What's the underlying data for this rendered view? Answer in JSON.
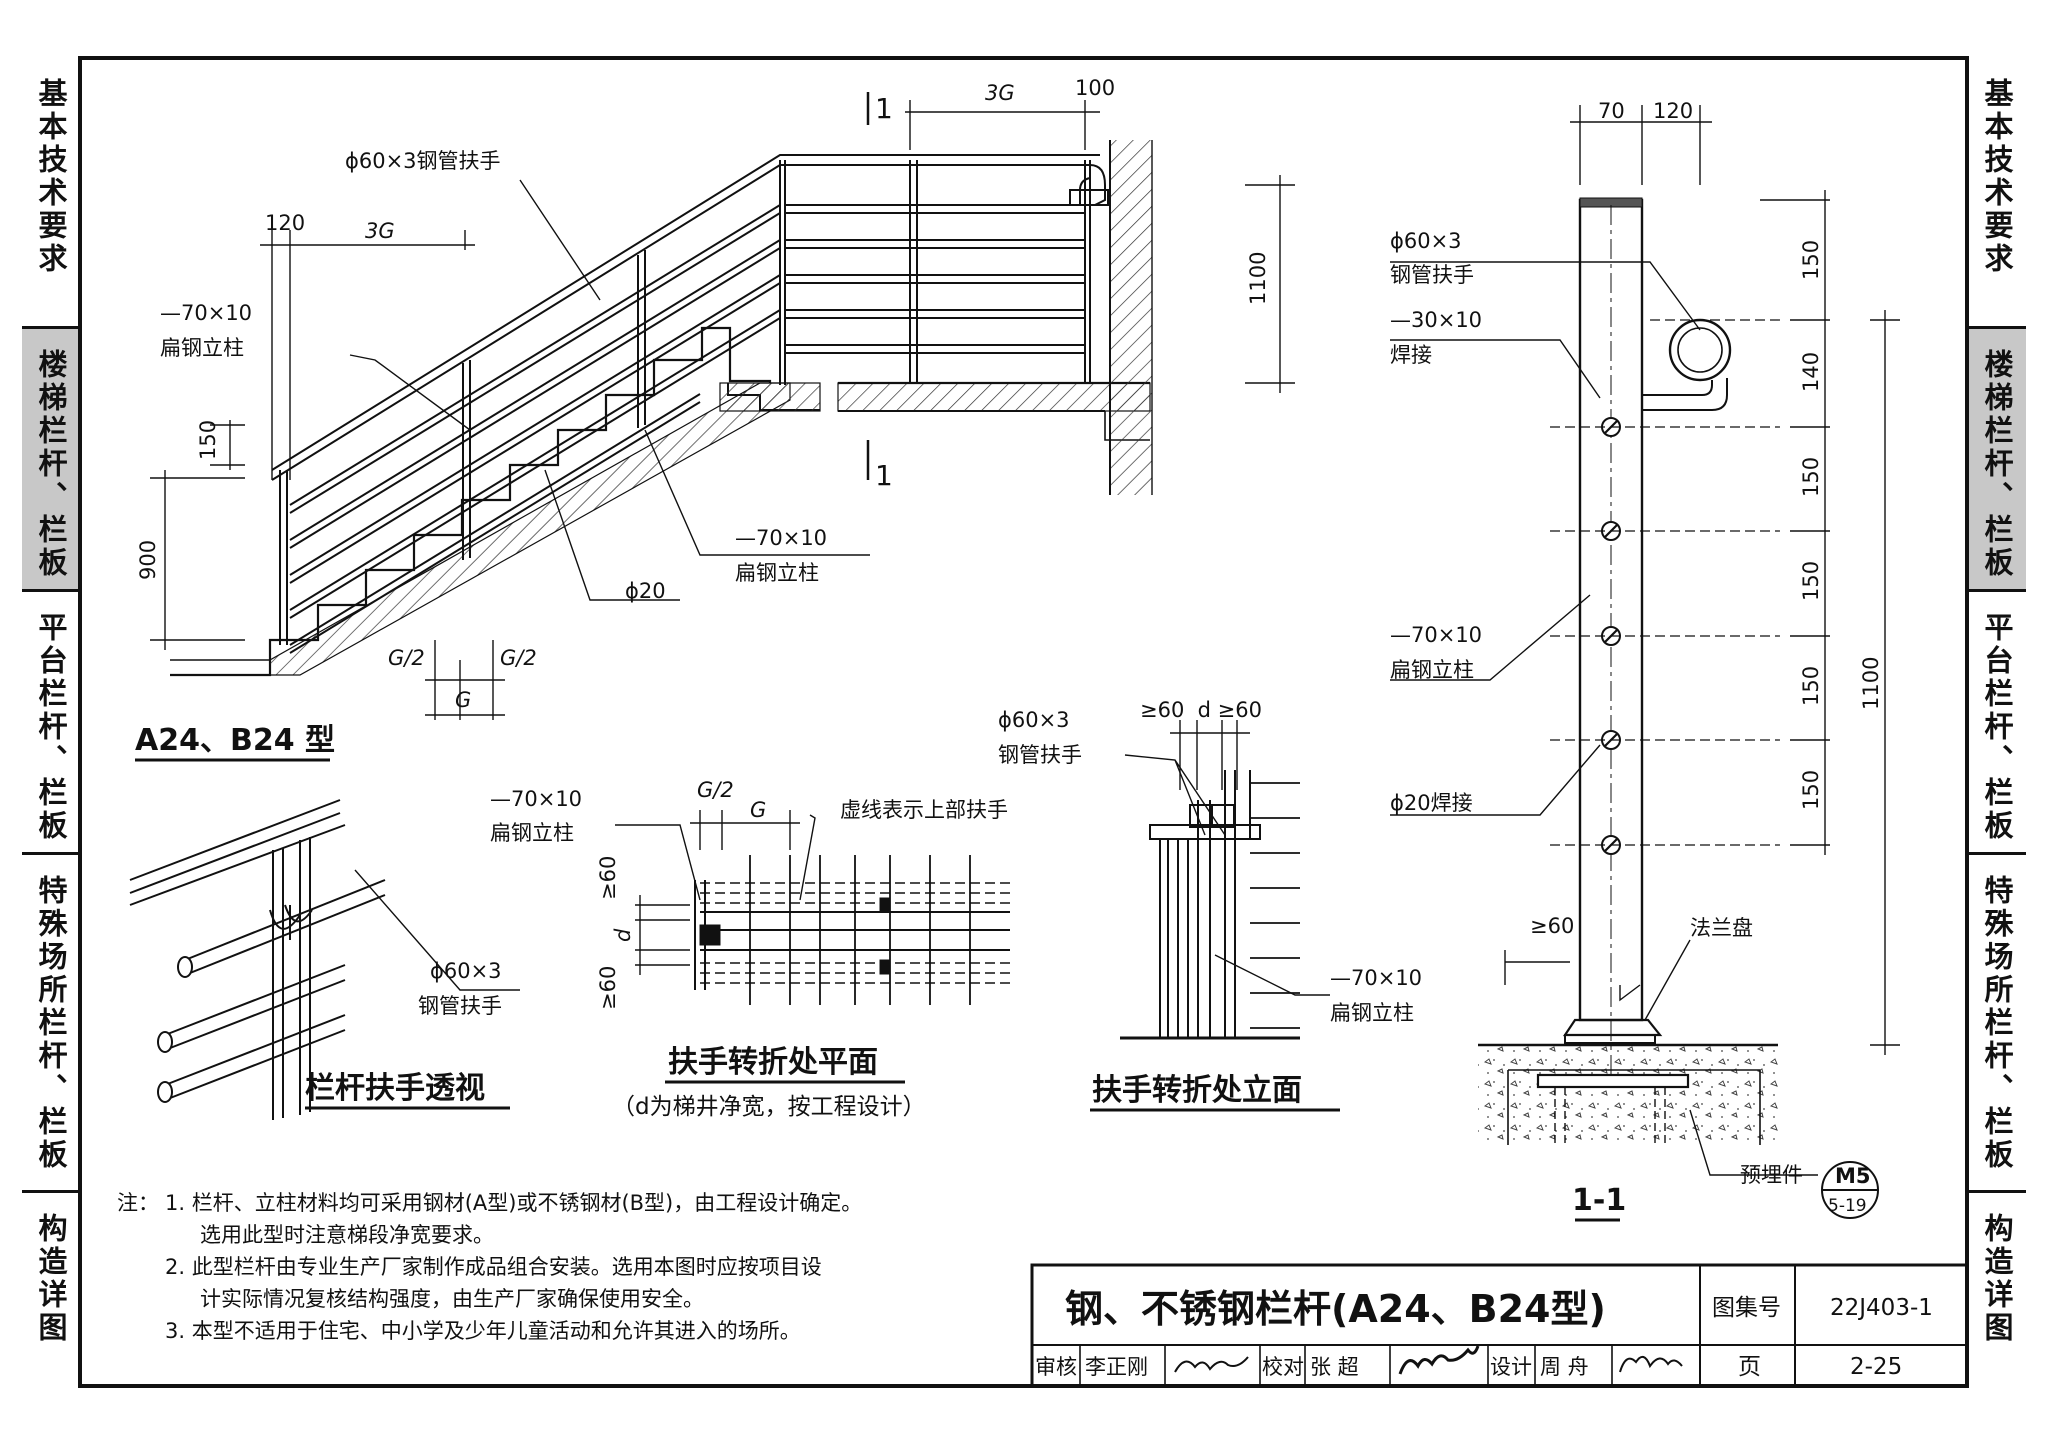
{
  "sidebar": {
    "sections": [
      {
        "label": "基本技术要求",
        "active": false
      },
      {
        "label": "楼梯栏杆、栏板",
        "active": true
      },
      {
        "label": "平台栏杆、栏板",
        "active": false
      },
      {
        "label": "特殊场所栏杆、栏板",
        "active": false
      },
      {
        "label": "构造详图",
        "active": false
      }
    ]
  },
  "elevation": {
    "label_handrail": "ϕ60×3钢管扶手",
    "dim_120": "120",
    "dim_3g": "3G",
    "dim_100": "100",
    "label_post_left_1": "—70×10",
    "label_post_left_2": "扁钢立柱",
    "label_post_right_1": "—70×10",
    "label_post_right_2": "扁钢立柱",
    "dim_150": "150",
    "dim_900": "900",
    "dim_1100": "1100",
    "label_rod": "ϕ20",
    "dim_g2_a": "G/2",
    "dim_g2_b": "G/2",
    "dim_g": "G",
    "section_mark": "1",
    "title": "A24、B24 型"
  },
  "perspective": {
    "label_1": "ϕ60×3",
    "label_2": "钢管扶手",
    "title": "栏杆扶手透视"
  },
  "plan": {
    "label_post_1": "—70×10",
    "label_post_2": "扁钢立柱",
    "dim_g2": "G/2",
    "dim_g": "G",
    "label_dashed": "虚线表示上部扶手",
    "dim_ge60_a": "≥60",
    "dim_d": "d",
    "dim_ge60_b": "≥60",
    "title": "扶手转折处平面",
    "subtitle": "（d为梯井净宽，按工程设计）"
  },
  "turn_elev": {
    "label_handrail_1": "ϕ60×3",
    "label_handrail_2": "钢管扶手",
    "dim_top": "≥60  d ≥60",
    "label_post_1": "—70×10",
    "label_post_2": "扁钢立柱",
    "title": "扶手转折处立面"
  },
  "section11": {
    "dim_70": "70",
    "dim_120": "120",
    "label_handrail_1": "ϕ60×3",
    "label_handrail_2": "钢管扶手",
    "label_weld_1": "—30×10",
    "label_weld_2": "焊接",
    "label_post_1": "—70×10",
    "label_post_2": "扁钢立柱",
    "label_rod": "ϕ20焊接",
    "dim_ge60": "≥60",
    "label_flange": "法兰盘",
    "label_embed": "预埋件",
    "embed_code": "M5",
    "embed_page": "5-19",
    "dims": [
      "150",
      "140",
      "150",
      "150",
      "150",
      "150"
    ],
    "dim_total": "1100",
    "title": "1-1"
  },
  "notes": {
    "prefix": "注：",
    "items": [
      "1. 栏杆、立柱材料均可采用钢材(A型)或不锈钢材(B型)，由工程设计确定。",
      "选用此型时注意梯段净宽要求。",
      "2. 此型栏杆由专业生产厂家制作成品组合安装。选用本图时应按项目设",
      "计实际情况复核结构强度，由生产厂家确保使用安全。",
      "3. 本型不适用于住宅、中小学及少年儿童活动和允许其进入的场所。"
    ]
  },
  "title_block": {
    "title": "钢、不锈钢栏杆(A24、B24型)",
    "atlas_label": "图集号",
    "atlas_no": "22J403-1",
    "review_label": "审核",
    "reviewer": "李正刚",
    "check_label": "校对",
    "checker": "张 超",
    "design_label": "设计",
    "designer": "周 舟",
    "page_label": "页",
    "page_no": "2-25"
  }
}
